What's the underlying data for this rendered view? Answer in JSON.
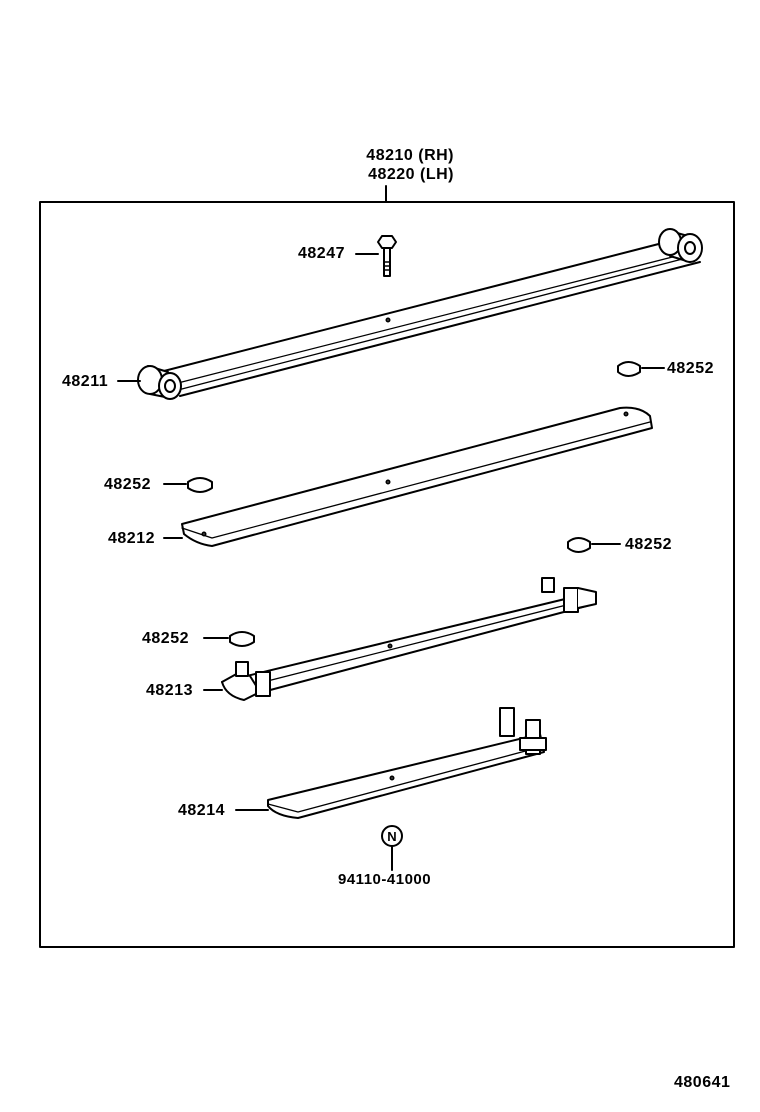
{
  "assembly": {
    "rh": "48210 (RH)",
    "lh": "48220 (LH)"
  },
  "parts": {
    "bolt": "48247",
    "leaf_main": "48211",
    "leaf_2": "48212",
    "leaf_3": "48213",
    "leaf_4": "48214",
    "insert_1": "48252",
    "insert_2": "48252",
    "insert_3": "48252",
    "insert_4": "48252",
    "rivet_standard_mark": "N",
    "rivet": "94110-41000"
  },
  "figure_id": "480641"
}
